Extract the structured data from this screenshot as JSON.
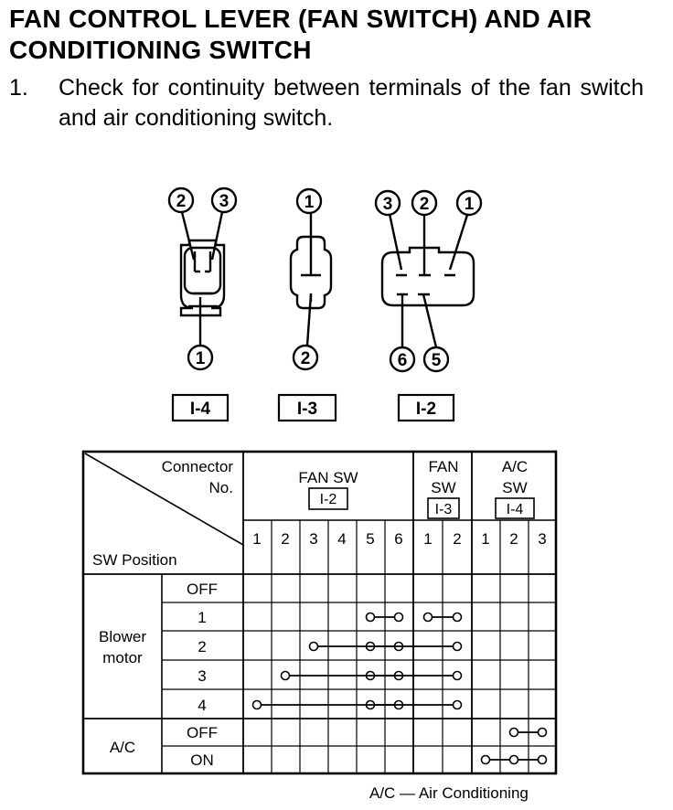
{
  "heading": {
    "title": "FAN CONTROL LEVER (FAN SWITCH) AND AIR CONDITIONING SWITCH"
  },
  "step": {
    "number": "1.",
    "text": "Check for continuity between terminals of the fan switch and air conditioning switch."
  },
  "connectors": [
    {
      "label": "I-4",
      "top_pins": [
        "2",
        "3"
      ],
      "bottom_pins": [
        "1"
      ]
    },
    {
      "label": "I-3",
      "top_pins": [
        "1"
      ],
      "bottom_pins": [
        "2"
      ]
    },
    {
      "label": "I-2",
      "top_pins": [
        "3",
        "2",
        "1"
      ],
      "bottom_pins": [
        "6",
        "5"
      ]
    }
  ],
  "table": {
    "corner_top": [
      "Connector",
      "No."
    ],
    "corner_bottom": "SW Position",
    "groups": [
      {
        "name": "FAN SW",
        "connector": "I-2",
        "terminals": [
          "1",
          "2",
          "3",
          "4",
          "5",
          "6"
        ]
      },
      {
        "name_lines": [
          "FAN",
          "SW"
        ],
        "connector": "I-3",
        "terminals": [
          "1",
          "2"
        ]
      },
      {
        "name_lines": [
          "A/C",
          "SW"
        ],
        "connector": "I-4",
        "terminals": [
          "1",
          "2",
          "3"
        ]
      }
    ],
    "row_groups": [
      {
        "label_lines": [
          "Blower",
          "motor"
        ],
        "rows": [
          "OFF",
          "1",
          "2",
          "3",
          "4"
        ]
      },
      {
        "label_lines": [
          "A/C"
        ],
        "rows": [
          "OFF",
          "ON"
        ]
      }
    ],
    "continuity": [
      {
        "row": 0,
        "links": []
      },
      {
        "row": 1,
        "links": [
          [
            4,
            5
          ],
          [
            6,
            7
          ]
        ]
      },
      {
        "row": 2,
        "links": [
          [
            4,
            5
          ],
          [
            2,
            7
          ]
        ]
      },
      {
        "row": 3,
        "links": [
          [
            4,
            5
          ],
          [
            1,
            7
          ]
        ]
      },
      {
        "row": 4,
        "links": [
          [
            4,
            5
          ],
          [
            0,
            7
          ]
        ]
      },
      {
        "row": 5,
        "links": [
          [
            9,
            10
          ]
        ]
      },
      {
        "row": 6,
        "links": [
          [
            8,
            9,
            10
          ]
        ]
      }
    ]
  },
  "footnote": "A/C — Air Conditioning"
}
